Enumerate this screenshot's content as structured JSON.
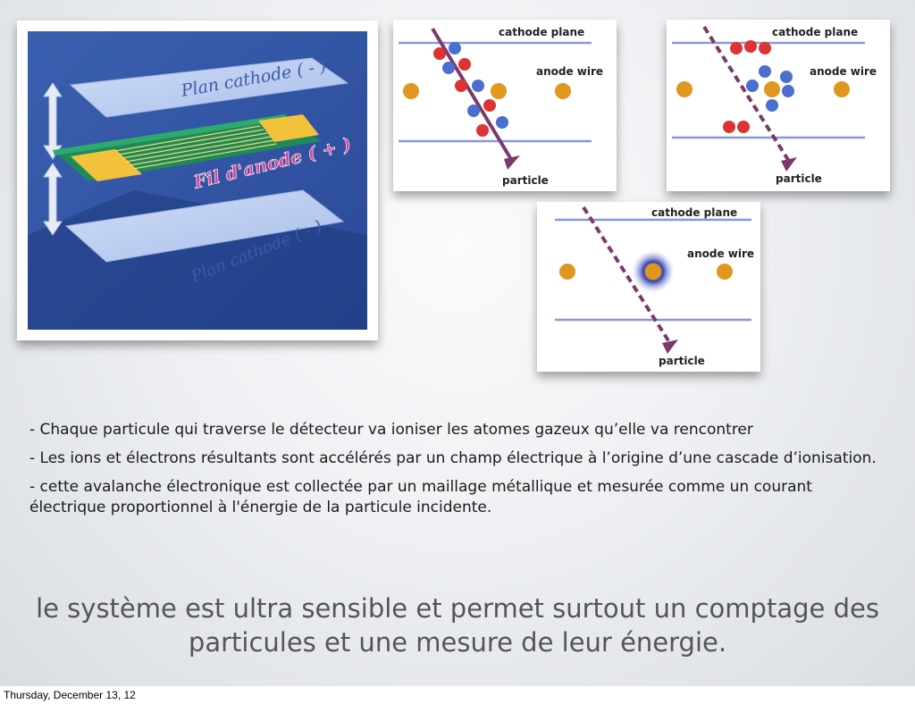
{
  "figures": {
    "detector": {
      "top_plane_label": "Plan cathode ( - )",
      "anode_label": "Fil d'anode ( + )",
      "bottom_plane_label": "Plan cathode ( - )"
    },
    "panel1": {
      "cathode_label": "cathode plane",
      "anode_label": "anode wire",
      "particle_label": "particle"
    },
    "panel2": {
      "cathode_label": "cathode plane",
      "anode_label": "anode wire",
      "particle_label": "particle"
    },
    "panel3": {
      "cathode_label": "cathode plane",
      "anode_label": "anode wire",
      "particle_label": "particle"
    }
  },
  "bullets": [
    "- Chaque particule qui traverse le détecteur va ioniser les atomes gazeux qu’elle va rencontrer",
    "- Les ions et électrons résultants sont accélérés par un champ électrique à l’origine d’une cascade d’ionisation.",
    "- cette avalanche électronique est collectée par un maillage métallique et mesurée comme un courant électrique proportionnel à l'énergie de la particule incidente."
  ],
  "conclusion": "le système est ultra sensible et permet surtout un comptage des particules et une mesure de leur énergie.",
  "footer": {
    "date": "Thursday, December 13, 12"
  },
  "colors": {
    "cathode_line": "#8a97d6",
    "anode_wire": "#e0961f",
    "particle_track": "#7a3a6a",
    "ion": "#d33",
    "electron": "#4a6fd0"
  }
}
